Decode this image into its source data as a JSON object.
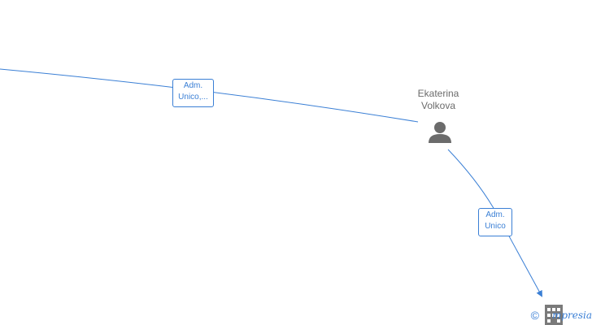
{
  "nodes": {
    "person": {
      "name_line1": "Ekaterina",
      "name_line2": "Volkova",
      "icon": "person-icon"
    },
    "company_target": {
      "icon": "building-icon"
    }
  },
  "edges": [
    {
      "label_line1": "Adm.",
      "label_line2": "Unico,..."
    },
    {
      "label_line1": "Adm.",
      "label_line2": "Unico"
    }
  ],
  "footer": {
    "copyright_symbol": "©",
    "brand": "Empresia",
    "brand_visible": "mpresia"
  },
  "colors": {
    "edge": "#3a7fd5",
    "person_icon": "#6b6b6b",
    "building_icon": "#7a7a7a"
  }
}
